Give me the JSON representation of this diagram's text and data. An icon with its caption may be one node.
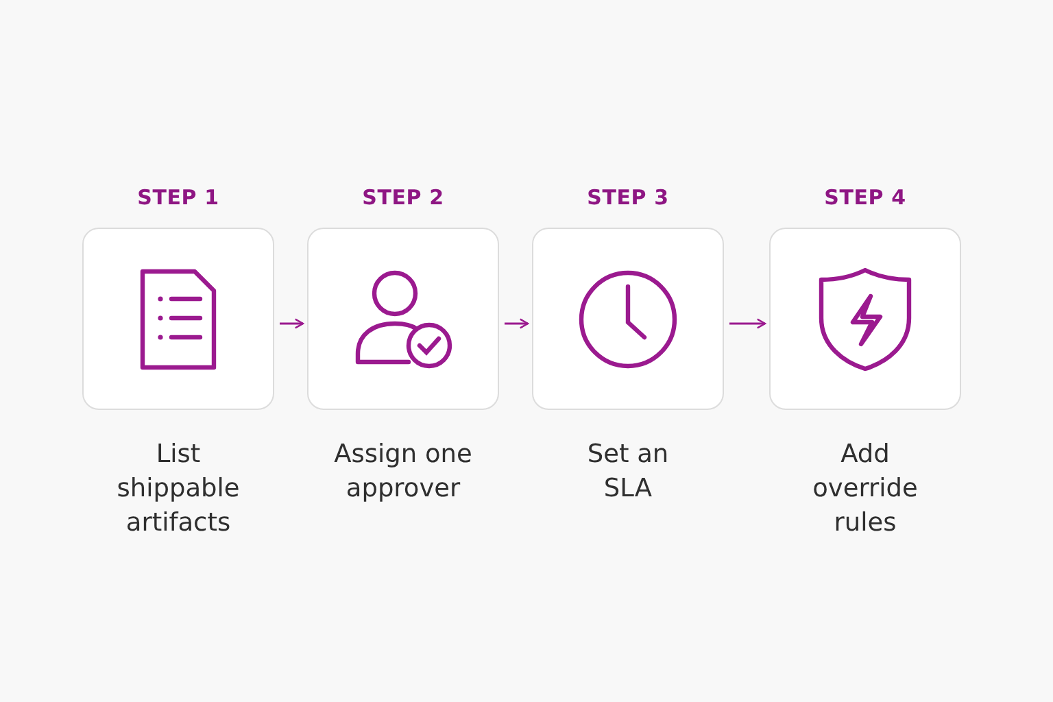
{
  "diagram": {
    "nodes": [
      {
        "text": [
          "STEP 1"
        ],
        "beside": [
          "List shippable artifacts"
        ]
      },
      {
        "text": [
          "STEP 2"
        ],
        "beside": [
          "Assign one approver"
        ]
      },
      {
        "text": [
          "STEP 3"
        ],
        "beside": [
          "Set an SLA"
        ]
      },
      {
        "text": [
          "STEP 4"
        ],
        "beside": [
          "Add override rules"
        ]
      }
    ],
    "edges": [
      {
        "from": 0,
        "to": 1,
        "arrow": "to"
      },
      {
        "from": 1,
        "to": 2,
        "arrow": "to"
      },
      {
        "from": 2,
        "to": 3,
        "arrow": "to"
      }
    ]
  }
}
